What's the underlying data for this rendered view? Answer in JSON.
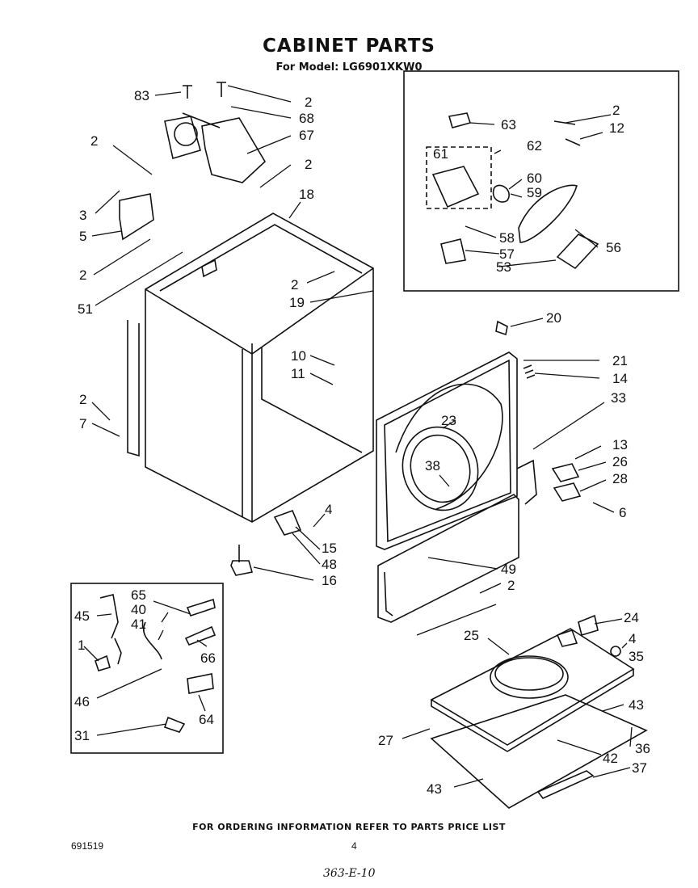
{
  "header": {
    "title": "CABINET PARTS",
    "subtitle": "For Model: LG6901XKW0"
  },
  "labels": {
    "l83": "83",
    "l2a": "2",
    "l68": "68",
    "l67": "67",
    "l2b": "2",
    "l2c": "2",
    "l18": "18",
    "l3": "3",
    "l5": "5",
    "l2d": "2",
    "l2e": "2",
    "l19": "19",
    "l51": "51",
    "l63": "63",
    "l2f": "2",
    "l12": "12",
    "l62": "62",
    "l61": "61",
    "l60": "60",
    "l59": "59",
    "l58": "58",
    "l57": "57",
    "l56": "56",
    "l53": "53",
    "l20": "20",
    "l21": "21",
    "l14": "14",
    "l10": "10",
    "l11": "11",
    "l33": "33",
    "l23": "23",
    "l13": "13",
    "l26": "26",
    "l28": "28",
    "l6": "6",
    "l38": "38",
    "l2g": "2",
    "l7": "7",
    "l4a": "4",
    "l15": "15",
    "l48": "48",
    "l16": "16",
    "l49": "49",
    "l2h": "2",
    "l24": "24",
    "l4b": "4",
    "l35": "35",
    "l25": "25",
    "l43a": "43",
    "l27": "27",
    "l42": "42",
    "l36": "36",
    "l37": "37",
    "l43b": "43",
    "l65": "65",
    "l45": "45",
    "l40": "40",
    "l41": "41",
    "l66": "66",
    "l1": "1",
    "l46": "46",
    "l64": "64",
    "l31": "31"
  },
  "footer": {
    "note": "FOR ORDERING INFORMATION REFER TO PARTS PRICE LIST",
    "code": "691519",
    "page": "4",
    "handwritten": "363-E-10"
  }
}
